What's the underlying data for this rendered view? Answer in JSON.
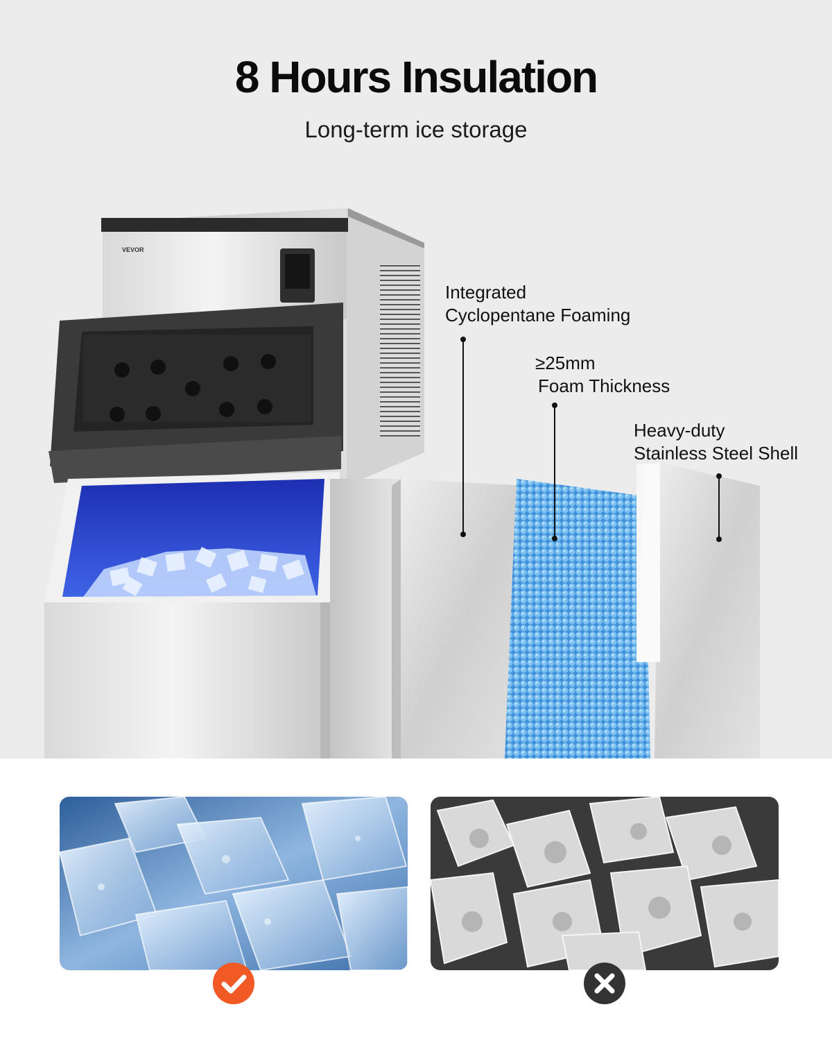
{
  "header": {
    "title": "8 Hours Insulation",
    "subtitle": "Long-term ice storage"
  },
  "product": {
    "brand": "VEVOR"
  },
  "callouts": {
    "foaming": {
      "line1": "Integrated",
      "line2": "Cyclopentane Foaming"
    },
    "thickness": {
      "line1": "≥25mm",
      "line2": "Foam Thickness"
    },
    "shell": {
      "line1": "Heavy-duty",
      "line2": "Stainless Steel Shell"
    }
  },
  "comparison": {
    "good": {
      "icon": "check-icon",
      "color": "#f15a24"
    },
    "bad": {
      "icon": "cross-icon",
      "color": "#333333"
    }
  },
  "colors": {
    "background_top": "#ececec",
    "background_bottom": "#ffffff",
    "foam_blue": "#5aa7e8",
    "bin_light": "#2b4fd6"
  }
}
